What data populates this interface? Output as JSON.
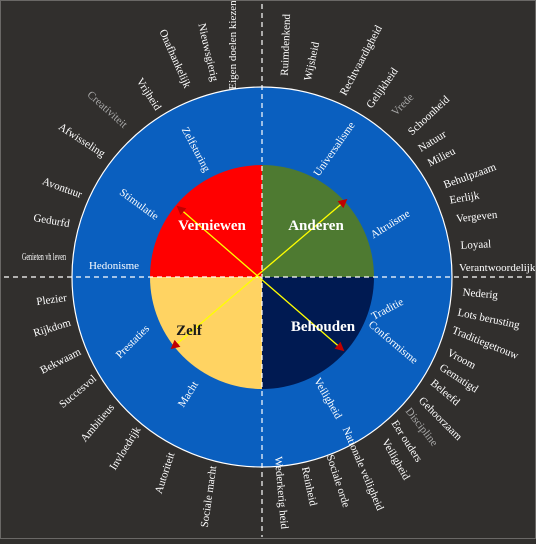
{
  "colors": {
    "background": "#312f2d",
    "outer_ring": "#0a5fbf",
    "ring_border": "#ffffff",
    "verniewen": "#ff0000",
    "anderen": "#4e7a31",
    "behouden": "#001a52",
    "zelf": "#ffd362",
    "arrow": "#ffff00",
    "arrow_head": "#c00000",
    "outer_text": "#ffffff",
    "faded_text": "#a9a9a9"
  },
  "quadrants": {
    "verniewen": "Verniewen",
    "anderen": "Anderen",
    "behouden": "Behouden",
    "zelf": "Zelf"
  },
  "values_ring": [
    "Zelfsturing",
    "Universalisme",
    "Stimulatie",
    "Hedonisme",
    "Prestaties",
    "Macht",
    "Traditie",
    "Conformisme",
    "Veiligheid",
    "Altruïsme"
  ],
  "outer_words": [
    "Ruimdenkend",
    "Wijsheid",
    "Rechtvaardigheid",
    "Gelijkheid",
    "Vrede",
    "Schoonheid",
    "Natuur",
    "Milieu",
    "Behulpzaam",
    "Eerlijk",
    "Vergeven",
    "Loyaal",
    "Verantwoordelijk",
    "Nederig",
    "Lots berusting",
    "Traditiegetrouw",
    "Vroom",
    "Gematigd",
    "Beleefd",
    "Gehoorzaam",
    "Discipline",
    "Eer ouders",
    "Veiligheid",
    "Nationale veiligheid",
    "Sociale orde",
    "Reinheid",
    "Wederkerig heid",
    "Sociale macht",
    "Autoriteit",
    "Invloedrijk",
    "Ambitieus",
    "Succesvol",
    "Bekwaam",
    "Rijkdom",
    "Plezier",
    "Genieten vh leven",
    "Gedurfd",
    "Avontuur",
    "Afwisseling",
    "Creativiteit",
    "Vrijheid",
    "Onafhankelijk",
    "Nieuwsgierig",
    "Eigen doelen kiezen"
  ]
}
